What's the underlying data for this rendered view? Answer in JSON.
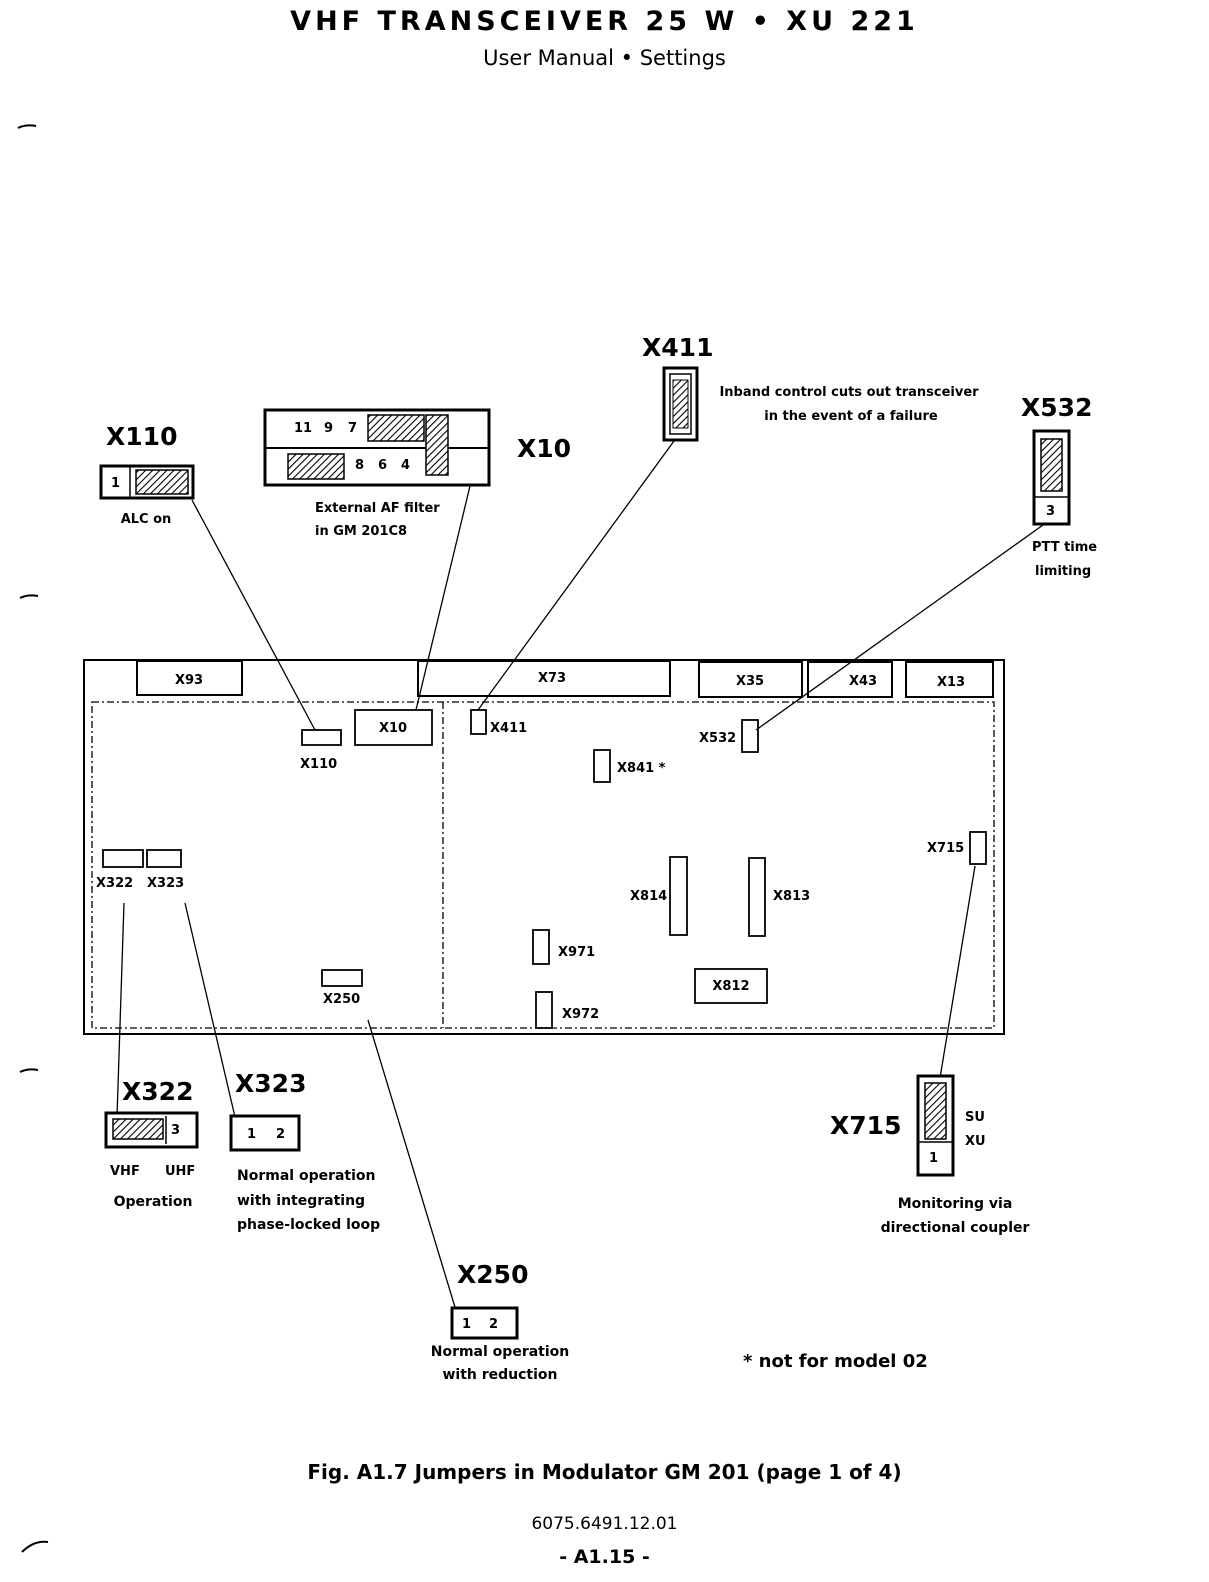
{
  "header": {
    "title": "VHF TRANSCEIVER 25 W • XU 221",
    "subtitle": "User Manual • Settings"
  },
  "board_connectors": {
    "x93": "X93",
    "x73": "X73",
    "x35": "X35",
    "x43": "X43",
    "x13": "X13",
    "x10": "X10",
    "x110": "X110",
    "x411": "X411",
    "x841": "X841 *",
    "x532": "X532",
    "x715": "X715",
    "x322": "X322",
    "x323": "X323",
    "x814": "X814",
    "x813": "X813",
    "x971": "X971",
    "x972": "X972",
    "x812": "X812",
    "x250": "X250"
  },
  "callouts": {
    "x110": {
      "title": "X110",
      "pin": "1",
      "desc": [
        "ALC on"
      ]
    },
    "x10": {
      "title": "X10",
      "top_pins": [
        "11",
        "9",
        "7"
      ],
      "bottom_pins": [
        "8",
        "6",
        "4"
      ],
      "desc": [
        "External AF filter",
        "in GM 201C8"
      ]
    },
    "x411": {
      "title": "X411",
      "desc": [
        "Inband control cuts out transceiver",
        "in the event of a failure"
      ]
    },
    "x532": {
      "title": "X532",
      "pin": "3",
      "desc": [
        "PTT time",
        "limiting"
      ]
    },
    "x322": {
      "title": "X322",
      "pin": "3",
      "labels": [
        "VHF",
        "UHF"
      ],
      "desc": [
        "Operation"
      ]
    },
    "x323": {
      "title": "X323",
      "pins": [
        "1",
        "2"
      ],
      "desc": [
        "Normal operation",
        "with integrating",
        "phase-locked loop"
      ]
    },
    "x715": {
      "title": "X715",
      "pin": "1",
      "labels": [
        "SU",
        "XU"
      ],
      "desc": [
        "Monitoring via",
        "directional coupler"
      ]
    },
    "x250": {
      "title": "X250",
      "pins": [
        "1",
        "2"
      ],
      "desc": [
        "Normal operation",
        "with reduction"
      ]
    }
  },
  "note": "* not for model 02",
  "footer": {
    "caption": "Fig. A1.7   Jumpers in Modulator GM 201 (page 1 of 4)",
    "docnum": "6075.6491.12.01",
    "page": "- A1.15 -"
  }
}
